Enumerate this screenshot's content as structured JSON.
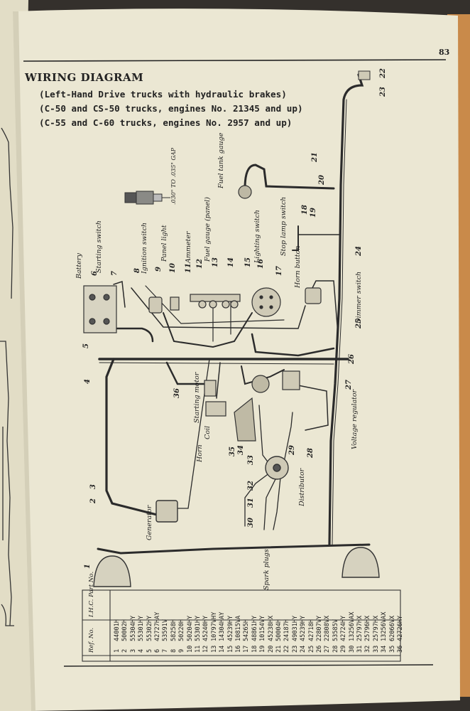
{
  "page_number": "83",
  "title": "WIRING DIAGRAM",
  "subtitles": [
    "(Left-Hand Drive trucks with hydraulic brakes)",
    "(C-50 and CS-50 trucks, engines No. 21345 and up)",
    "(C-55 and C-60 trucks, engines No. 2957 and up)"
  ],
  "gap_note": ".030\" TO .035\" GAP",
  "components": {
    "battery": "Battery",
    "starting_switch": "Starting switch",
    "ignition_switch": "Ignition switch",
    "panel_light": "Panel light",
    "ammeter": "Ammeter",
    "fuel_gauge_panel": "Fuel gauge (panel)",
    "lighting_switch": "Lighting switch",
    "stop_lamp_switch": "Stop lamp switch",
    "fuel_tank_gauge": "Fuel tank gauge",
    "horn_button": "Horn button",
    "dimmer_switch": "Dimmer switch",
    "voltage_regulator": "Voltage regulator",
    "starting_motor": "Starting motor",
    "coil": "Coil",
    "horn": "Horn",
    "distributor": "Distributor",
    "generator": "Generator",
    "spark_plugs": "Spark plugs"
  },
  "table": {
    "headers": {
      "ref": "Ref. No.",
      "part": "I.H.C. Part No."
    },
    "rows": [
      [
        "1",
        "44001H"
      ],
      [
        "2",
        "50002H"
      ],
      [
        "3",
        "55304HY"
      ],
      [
        "4",
        "55301HY"
      ],
      [
        "5",
        "55302HY"
      ],
      [
        "6",
        "42727HAY"
      ],
      [
        "7",
        "53591V"
      ],
      [
        "8",
        "58258H"
      ],
      [
        "9",
        "50220H"
      ],
      [
        "10",
        "50204HY"
      ],
      [
        "11",
        "55301HY"
      ],
      [
        "12",
        "45240HY"
      ],
      [
        "13",
        "10797VHY"
      ],
      [
        "14",
        "14304HAY"
      ],
      [
        "15",
        "45239HY"
      ],
      [
        "16",
        "10815VA"
      ],
      [
        "17",
        "54265H"
      ],
      [
        "18",
        "48861HY"
      ],
      [
        "19",
        "10154VY"
      ],
      [
        "20",
        "45238HX"
      ],
      [
        "21",
        "50004H"
      ],
      [
        "22",
        "24187H"
      ],
      [
        "23",
        "49031HY"
      ],
      [
        "24",
        "45239HY"
      ],
      [
        "25",
        "42718H"
      ],
      [
        "26",
        "22807VY"
      ],
      [
        "27",
        "22808VX"
      ],
      [
        "28",
        "53585V"
      ],
      [
        "29",
        "42724HY"
      ],
      [
        "30",
        "13256VAX"
      ],
      [
        "31",
        "25797HX"
      ],
      [
        "32",
        "25796HX"
      ],
      [
        "33",
        "25797HX"
      ],
      [
        "34",
        "13256VAX"
      ],
      [
        "35",
        "62066VX"
      ],
      [
        "36",
        "42726HY"
      ]
    ]
  }
}
